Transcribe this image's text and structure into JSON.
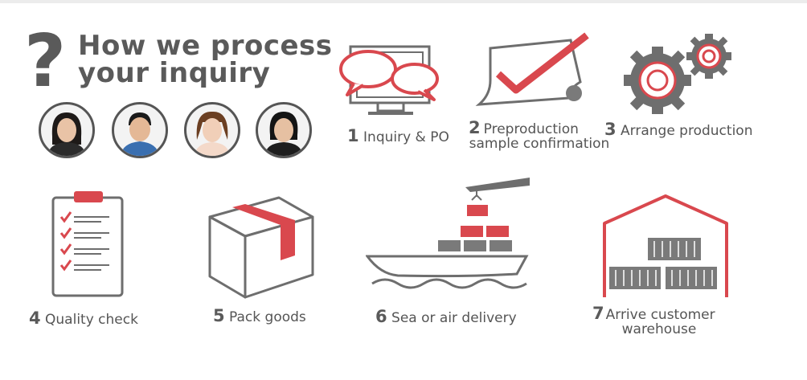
{
  "header": {
    "question_mark": "?",
    "title_line1": "How we process",
    "title_line2": "your inquiry"
  },
  "team": [
    {
      "icon": "person-avatar",
      "hair": "#1e1a18",
      "shirt": "#2b2b2b"
    },
    {
      "icon": "person-avatar",
      "hair": "#1a1a1a",
      "shirt": "#3a6fb0"
    },
    {
      "icon": "person-avatar",
      "hair": "#6b3f22",
      "shirt": "#f4d9c9"
    },
    {
      "icon": "person-avatar",
      "hair": "#141414",
      "shirt": "#1e1e1e"
    }
  ],
  "steps": [
    {
      "number": "1",
      "lines": [
        "Inquiry & PO"
      ],
      "icon": "computer-chat-icon"
    },
    {
      "number": "2",
      "lines": [
        "Preproduction",
        "sample confirmation"
      ],
      "icon": "document-check-icon"
    },
    {
      "number": "3",
      "lines": [
        "Arrange production"
      ],
      "icon": "gears-icon"
    },
    {
      "number": "4",
      "lines": [
        "Quality check"
      ],
      "icon": "clipboard-checklist-icon"
    },
    {
      "number": "5",
      "lines": [
        "Pack goods"
      ],
      "icon": "box-icon"
    },
    {
      "number": "6",
      "lines": [
        "Sea or air delivery"
      ],
      "icon": "cargo-ship-icon"
    },
    {
      "number": "7",
      "lines": [
        "Arrive customer",
        "warehouse"
      ],
      "icon": "warehouse-icon"
    }
  ],
  "colors": {
    "accent": "#d9484e",
    "icon_gray": "#6e6e6e",
    "text": "#555555"
  }
}
